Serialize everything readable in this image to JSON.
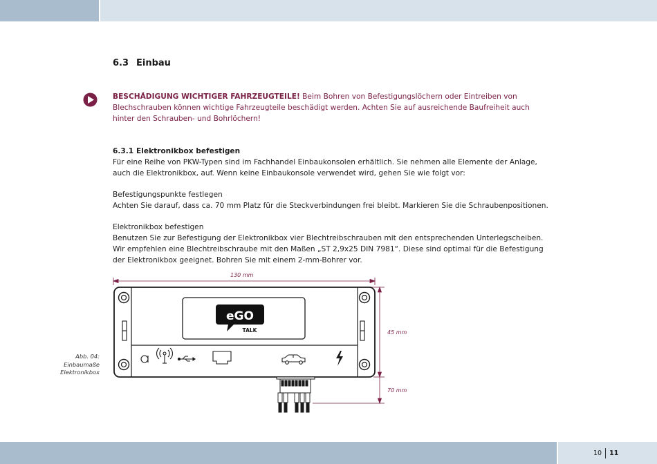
{
  "header": {},
  "section": {
    "number": "6.3",
    "title": "Einbau"
  },
  "warning": {
    "title": "BESCHÄDIGUNG WICHTIGER FAHRZEUGTEILE!",
    "text": " Beim Bohren von Befestigungslöchern oder Eintreiben von Blechschrauben können wichtige Fahrzeugteile beschädigt werden. Achten Sie auf ausreichende Baufreiheit auch hinter den Schrauben- und Bohrlöchern!"
  },
  "subsection": {
    "number": "6.3.1",
    "title": "Elektronikbox befestigen"
  },
  "paragraphs": {
    "intro": "Für eine Reihe von PKW-Typen sind im Fachhandel Einbaukonsolen erhältlich. Sie nehmen alle Elemente der Anlage, auch die Elektronikbox, auf. Wenn keine Einbaukonsole verwendet wird, gehen Sie wie folgt vor:",
    "points_title": "Befestigungspunkte festlegen",
    "points_text": "Achten Sie darauf, dass ca. 70 mm Platz für die Steckverbindungen frei bleibt. Markieren Sie die Schraubenpositionen.",
    "box_title": "Elektronikbox befestigen",
    "box_text": "Benutzen Sie zur Befestigung der Elektronikbox vier Blechtreibschrauben mit den entsprechenden Unterlegscheiben. Wir empfehlen eine Blechtreibschraube mit den Maßen „ST 2,9x25 DIN 7981“. Diese sind optimal für die Befestigung der Elektronikbox geeignet. Bohren Sie mit einem 2-mm-Bohrer vor."
  },
  "figure": {
    "caption_line1": "Abb. 04:",
    "caption_line2": "Einbaumaße",
    "caption_line3": "Elektronikbox",
    "dim_width": "130 mm",
    "dim_height": "45 mm",
    "dim_clearance": "70 mm",
    "logo_main": "eGO",
    "logo_sub": "TALK",
    "icons": [
      "letter-a-icon",
      "antenna-icon",
      "usb-icon",
      "connector-port-icon",
      "car-icon",
      "lightning-icon"
    ],
    "accent_color": "#7a1f45"
  },
  "footer": {
    "page_left": "10",
    "page_right": "11"
  }
}
